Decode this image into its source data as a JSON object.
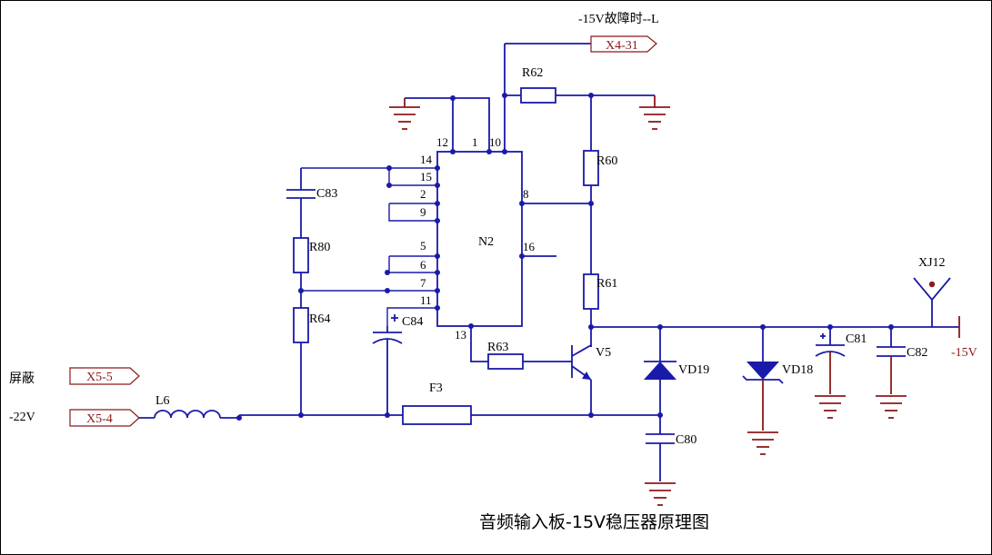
{
  "title": "音频输入板-15V稳压器原理图",
  "fault_note": "-15V故障时--L",
  "ports": {
    "x4_31": "X4-31",
    "x5_5": "X5-5",
    "x5_4": "X5-4"
  },
  "net_labels": {
    "shield": "屏蔽",
    "minus22v": "-22V",
    "minus15v": "-15V",
    "xj12": "XJ12"
  },
  "ic": {
    "name": "N2",
    "pins": {
      "p12": "12",
      "p1": "1",
      "p10": "10",
      "p14": "14",
      "p15": "15",
      "p2": "2",
      "p9": "9",
      "p5": "5",
      "p6": "6",
      "p7": "7",
      "p11": "11",
      "p13": "13",
      "p8": "8",
      "p16": "16"
    }
  },
  "components": {
    "r62": "R62",
    "r60": "R60",
    "r61": "R61",
    "r63": "R63",
    "r80": "R80",
    "r64": "R64",
    "c83": "C83",
    "c84": "C84",
    "c80": "C80",
    "c81": "C81",
    "c82": "C82",
    "v5": "V5",
    "vd19": "VD19",
    "vd18": "VD18",
    "l6": "L6",
    "f3": "F3"
  },
  "colors": {
    "wire": "#1a1aa8",
    "ground": "#8b1a1a",
    "text": "#000000"
  }
}
